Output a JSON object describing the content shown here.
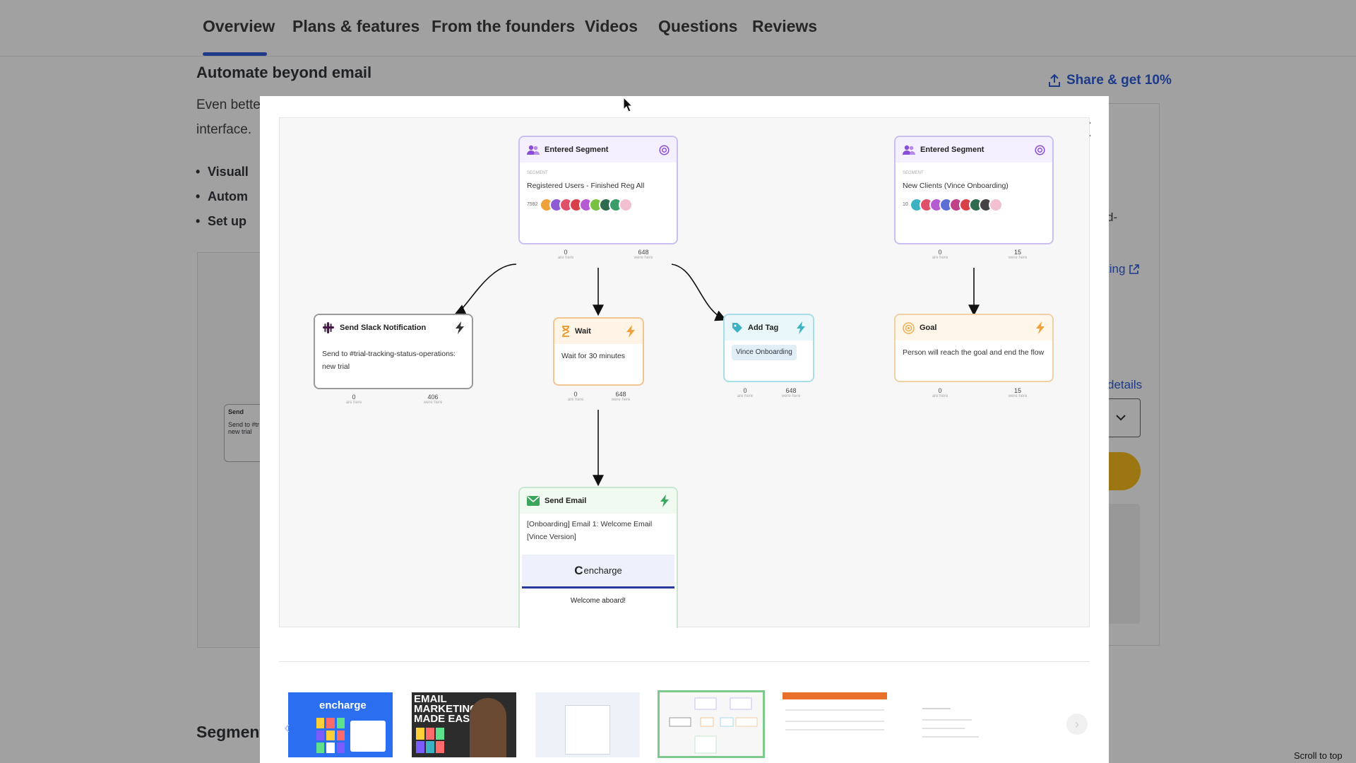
{
  "nav": {
    "tabs": [
      "Overview",
      "Plans & features",
      "From the founders",
      "Videos",
      "Questions",
      "Reviews"
    ],
    "active": "Overview"
  },
  "section": {
    "title": "Automate beyond email",
    "text_line1": "Even better",
    "text_line2": "interface.",
    "bullets": [
      "Visuall",
      "Autom",
      "Set up"
    ],
    "next_title": "Segment"
  },
  "share": {
    "label": "Share & get 10%"
  },
  "right": {
    "fragment1": "d-",
    "link1": "ting",
    "link2": "details"
  },
  "bg_node": {
    "title": "Send",
    "line1": "Send to #tr",
    "line2": "new trial"
  },
  "scroll_top": "Scroll to top",
  "flow": {
    "seg1": {
      "title": "Entered Segment",
      "label": "SEGMENT",
      "name": "Registered Users - Finished Reg All",
      "count": "7592",
      "stat_left": "0",
      "stat_left_label": "are here",
      "stat_right": "648",
      "stat_right_label": "were here"
    },
    "seg2": {
      "title": "Entered Segment",
      "label": "SEGMENT",
      "name": "New Clients (Vince Onboarding)",
      "count": "10",
      "stat_left": "0",
      "stat_left_label": "are here",
      "stat_right": "15",
      "stat_right_label": "were here"
    },
    "slack": {
      "title": "Send Slack Notification",
      "body": "Send to #trial-tracking-status-operations: new trial",
      "stat_left": "0",
      "stat_left_label": "are here",
      "stat_right": "406",
      "stat_right_label": "were here"
    },
    "wait": {
      "title": "Wait",
      "body": "Wait for 30 minutes",
      "stat_left": "0",
      "stat_left_label": "are here",
      "stat_right": "648",
      "stat_right_label": "were here"
    },
    "tag": {
      "title": "Add Tag",
      "body": "Vince Onboarding",
      "stat_left": "0",
      "stat_left_label": "are here",
      "stat_right": "648",
      "stat_right_label": "were here"
    },
    "goal": {
      "title": "Goal",
      "body": "Person will reach the goal and end the flow",
      "stat_left": "0",
      "stat_left_label": "are here",
      "stat_right": "15",
      "stat_right_label": "were here"
    },
    "email": {
      "title": "Send Email",
      "body1": "[Onboarding] Email 1: Welcome Email",
      "body2": "[Vince Version]",
      "brand": "encharge",
      "welcome": "Welcome aboard!"
    }
  },
  "thumbnails": {
    "t1_brand": "encharge",
    "t2_line1": "EMAIL",
    "t2_line2": "MARKETING",
    "t2_line3": "MADE EASY"
  },
  "colors": {
    "accent": "#1c4fd6",
    "cta": "#f5b50a",
    "selected_thumb": "#7cc98b"
  }
}
